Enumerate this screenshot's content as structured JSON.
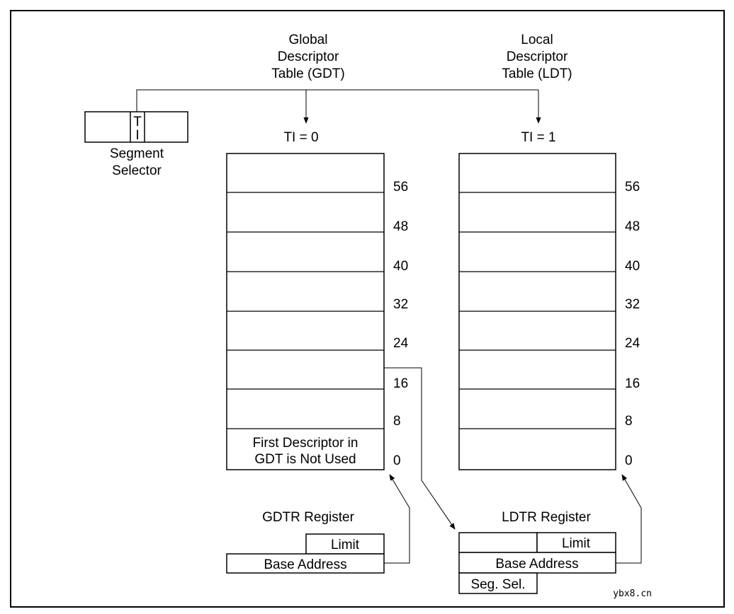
{
  "gdt": {
    "title": [
      "Global",
      "Descriptor",
      "Table (GDT)"
    ],
    "ti_label": "TI = 0",
    "offsets": [
      "56",
      "48",
      "40",
      "32",
      "24",
      "16",
      "8",
      "0"
    ],
    "first_descriptor": [
      "First Descriptor in",
      "GDT is Not Used"
    ]
  },
  "ldt": {
    "title": [
      "Local",
      "Descriptor",
      "Table (LDT)"
    ],
    "ti_label": "TI = 1",
    "offsets": [
      "56",
      "48",
      "40",
      "32",
      "24",
      "16",
      "8",
      "0"
    ]
  },
  "selector": {
    "ti_bits": [
      "T",
      "I"
    ],
    "caption": [
      "Segment",
      "Selector"
    ]
  },
  "gdtr": {
    "title": "GDTR Register",
    "limit": "Limit",
    "base": "Base Address"
  },
  "ldtr": {
    "title": "LDTR Register",
    "limit": "Limit",
    "base": "Base Address",
    "seg_sel": "Seg. Sel."
  },
  "watermark": "ybx8.cn"
}
